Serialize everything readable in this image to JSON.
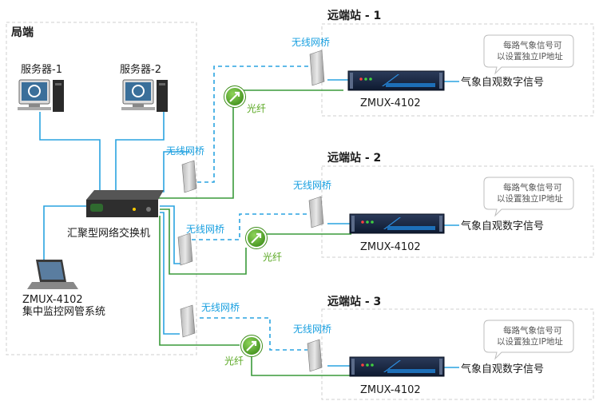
{
  "local": {
    "title": "局端",
    "server1": "服务器-1",
    "server2": "服务器-2",
    "switch_label": "汇聚型网络交换机",
    "nms_line1": "ZMUX-4102",
    "nms_line2": "集中监控网管系统"
  },
  "remote_sites": [
    {
      "title": "远端站 - 1",
      "device": "ZMUX-4102",
      "signal": "气象自观数字信号",
      "note_line1": "每路气象信号可",
      "note_line2": "以设置独立IP地址"
    },
    {
      "title": "远端站 - 2",
      "device": "ZMUX-4102",
      "signal": "气象自观数字信号",
      "note_line1": "每路气象信号可",
      "note_line2": "以设置独立IP地址"
    },
    {
      "title": "远端站 - 3",
      "device": "ZMUX-4102",
      "signal": "气象自观数字信号",
      "note_line1": "每路气象信号可",
      "note_line2": "以设置独立IP地址"
    }
  ],
  "labels": {
    "wireless_bridge": "无线网桥",
    "fiber": "光纤"
  },
  "colors": {
    "wireless_link": "#2aa3e0",
    "fiber_link": "#3a9a3a",
    "ethernet_link": "#2aa3e0",
    "border": "#c8c8c8"
  }
}
